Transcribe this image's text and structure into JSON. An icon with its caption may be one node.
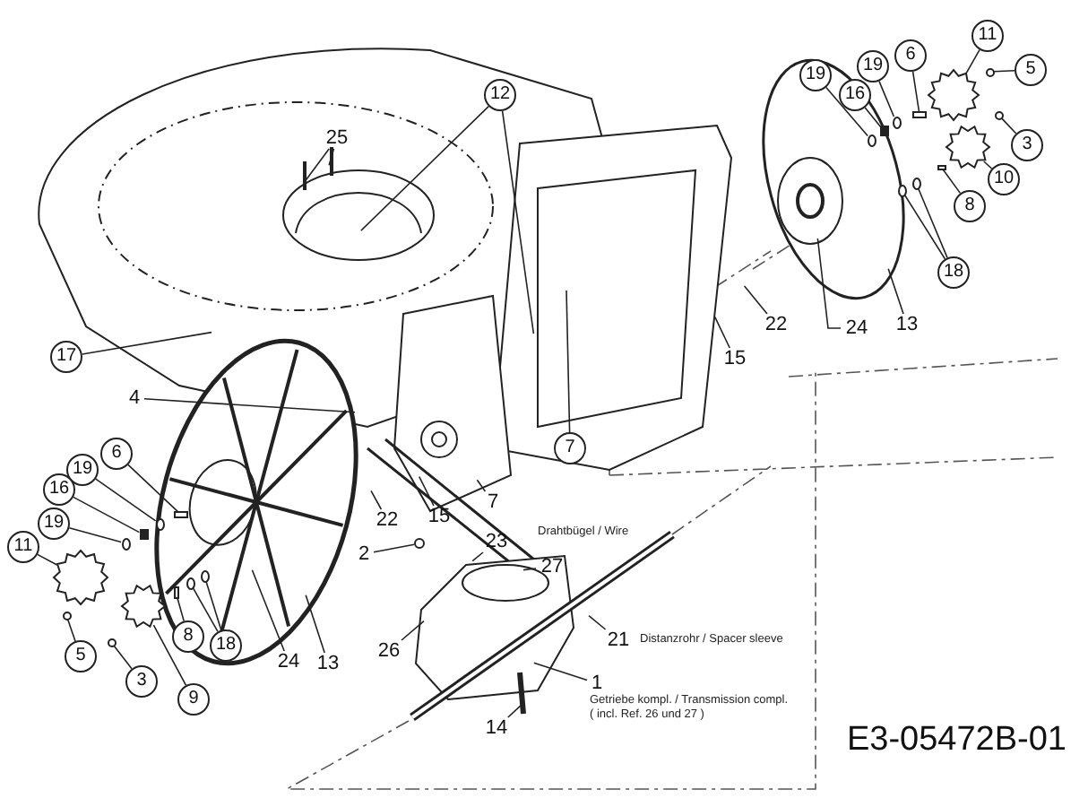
{
  "diagram": {
    "nodes": [
      {
        "text": [
          "11"
        ]
      },
      {
        "text": [
          "6"
        ]
      },
      {
        "text": [
          "19"
        ]
      },
      {
        "text": [
          "5"
        ]
      },
      {
        "text": [
          "19"
        ]
      },
      {
        "text": [
          "16"
        ]
      },
      {
        "text": [
          "12"
        ]
      },
      {
        "text": [
          "25"
        ]
      },
      {
        "text": [
          "3"
        ]
      },
      {
        "text": [
          "10"
        ]
      },
      {
        "text": [
          "8"
        ]
      },
      {
        "text": [
          "18"
        ]
      },
      {
        "text": [
          "22"
        ]
      },
      {
        "text": [
          "24"
        ]
      },
      {
        "text": [
          "13"
        ]
      },
      {
        "text": [
          "15"
        ]
      },
      {
        "text": [
          "17"
        ]
      },
      {
        "text": [
          "4"
        ]
      },
      {
        "text": [
          "7"
        ]
      },
      {
        "text": [
          "6"
        ]
      },
      {
        "text": [
          "19"
        ]
      },
      {
        "text": [
          "16"
        ]
      },
      {
        "text": [
          "7"
        ]
      },
      {
        "text": [
          "15"
        ]
      },
      {
        "text": [
          "22"
        ]
      },
      {
        "text": [
          "19"
        ]
      },
      {
        "text": [
          "11"
        ]
      },
      {
        "text": [
          "23"
        ]
      },
      {
        "text": [
          "2"
        ]
      },
      {
        "text": [
          "27"
        ],
        "beside": [
          "Drahtbügel / Wire"
        ]
      },
      {
        "text": [
          "8"
        ]
      },
      {
        "text": [
          "18"
        ]
      },
      {
        "text": [
          "21"
        ],
        "beside": [
          "Distanzrohr / Spacer sleeve"
        ]
      },
      {
        "text": [
          "26"
        ]
      },
      {
        "text": [
          "24"
        ]
      },
      {
        "text": [
          "13"
        ]
      },
      {
        "text": [
          "5"
        ]
      },
      {
        "text": [
          "1"
        ],
        "beside": [
          "Getriebe kompl. / Transmission compl.",
          "( incl. Ref. 26 und 27 )"
        ]
      },
      {
        "text": [
          "3"
        ]
      },
      {
        "text": [
          "9"
        ]
      },
      {
        "text": [
          "14"
        ]
      },
      {
        "text": [],
        "shape": "gear"
      },
      {
        "text": [],
        "shape": "gear"
      },
      {
        "text": [],
        "shape": "circle"
      },
      {
        "text": [],
        "shape": "circle"
      },
      {
        "text": [],
        "shape": "circle"
      },
      {
        "text": [],
        "shape": "spring"
      },
      {
        "text": [],
        "shape": "circle"
      },
      {
        "text": [],
        "shape": "bar"
      },
      {
        "text": [],
        "shape": "bar"
      },
      {
        "text": [],
        "shape": "circle"
      },
      {
        "text": [],
        "shape": "circle"
      },
      {
        "text": [],
        "shape": "gear"
      },
      {
        "text": [],
        "shape": "gear"
      },
      {
        "text": [],
        "shape": "circle"
      },
      {
        "text": [],
        "shape": "spring"
      },
      {
        "text": [],
        "shape": "circle"
      },
      {
        "text": [],
        "shape": "bar"
      },
      {
        "text": [],
        "shape": "circle"
      },
      {
        "text": [],
        "shape": "circle"
      },
      {
        "text": [],
        "shape": "bar"
      },
      {
        "text": [],
        "shape": "circle"
      },
      {
        "text": [],
        "shape": "circle"
      },
      {
        "text": [],
        "shape": "circle"
      }
    ],
    "edges": [
      {
        "from": 0,
        "to": 41,
        "arrow": "none"
      },
      {
        "from": 1,
        "to": 48,
        "arrow": "none"
      },
      {
        "from": 2,
        "to": 47,
        "arrow": "none"
      },
      {
        "from": 3,
        "to": 43,
        "arrow": "none"
      },
      {
        "from": 4,
        "to": 45,
        "arrow": "none"
      },
      {
        "from": 5,
        "to": 46,
        "arrow": "none"
      },
      {
        "from": 6,
        "to": null,
        "arrow": "none"
      },
      {
        "from": 6,
        "to": null,
        "arrow": "none"
      },
      {
        "from": 7,
        "to": null,
        "arrow": "none"
      },
      {
        "from": 7,
        "to": null,
        "arrow": "none"
      },
      {
        "from": 8,
        "to": 44,
        "arrow": "none"
      },
      {
        "from": 9,
        "to": 42,
        "arrow": "none"
      },
      {
        "from": 10,
        "to": 49,
        "arrow": "none"
      },
      {
        "from": 11,
        "to": 50,
        "arrow": "none"
      },
      {
        "from": 11,
        "to": 51,
        "arrow": "none"
      },
      {
        "from": 12,
        "to": null,
        "arrow": "none"
      },
      {
        "from": 13,
        "to": null,
        "arrow": "none"
      },
      {
        "from": 14,
        "to": null,
        "arrow": "none"
      },
      {
        "from": 15,
        "to": null,
        "arrow": "none"
      },
      {
        "from": 16,
        "to": null,
        "arrow": "none"
      },
      {
        "from": 17,
        "to": null,
        "arrow": "none"
      },
      {
        "from": 18,
        "to": null,
        "arrow": "none"
      },
      {
        "from": 19,
        "to": 57,
        "arrow": "none"
      },
      {
        "from": 20,
        "to": 56,
        "arrow": "none"
      },
      {
        "from": 21,
        "to": 55,
        "arrow": "none"
      },
      {
        "from": 22,
        "to": null,
        "arrow": "none"
      },
      {
        "from": 23,
        "to": null,
        "arrow": "none"
      },
      {
        "from": 24,
        "to": null,
        "arrow": "none"
      },
      {
        "from": 25,
        "to": 54,
        "arrow": "none"
      },
      {
        "from": 26,
        "to": 52,
        "arrow": "none"
      },
      {
        "from": 27,
        "to": null,
        "arrow": "none"
      },
      {
        "from": 28,
        "to": 63,
        "arrow": "none"
      },
      {
        "from": 29,
        "to": null,
        "arrow": "none"
      },
      {
        "from": 30,
        "to": 60,
        "arrow": "none"
      },
      {
        "from": 31,
        "to": 61,
        "arrow": "none"
      },
      {
        "from": 31,
        "to": 62,
        "arrow": "none"
      },
      {
        "from": 32,
        "to": null,
        "arrow": "none"
      },
      {
        "from": 33,
        "to": null,
        "arrow": "none"
      },
      {
        "from": 34,
        "to": null,
        "arrow": "none"
      },
      {
        "from": 35,
        "to": null,
        "arrow": "none"
      },
      {
        "from": 36,
        "to": 58,
        "arrow": "none"
      },
      {
        "from": 37,
        "to": null,
        "arrow": "none"
      },
      {
        "from": 38,
        "to": 59,
        "arrow": "none"
      },
      {
        "from": 39,
        "to": 53,
        "arrow": "none"
      },
      {
        "from": 40,
        "to": null,
        "arrow": "none"
      }
    ],
    "labels": [
      "E3-05472B-01"
    ]
  }
}
